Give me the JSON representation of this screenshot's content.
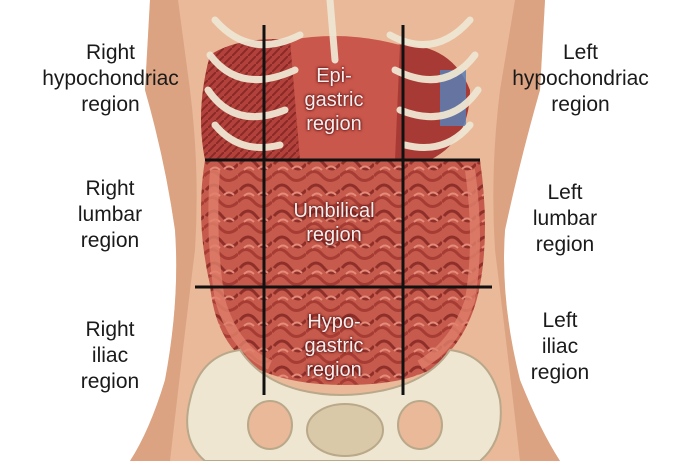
{
  "outer_labels": {
    "right_hypochondriac": [
      "Right",
      "hypochondriac",
      "region"
    ],
    "left_hypochondriac": [
      "Left",
      "hypochondriac",
      "region"
    ],
    "right_lumbar": [
      "Right",
      "lumbar",
      "region"
    ],
    "left_lumbar": [
      "Left",
      "lumbar",
      "region"
    ],
    "right_iliac": [
      "Right",
      "iliac",
      "region"
    ],
    "left_iliac": [
      "Left",
      "iliac",
      "region"
    ]
  },
  "inner_labels": {
    "epigastric": [
      "Epi-",
      "gastric",
      "region"
    ],
    "umbilical": [
      "Umbilical",
      "region"
    ],
    "hypogastric": [
      "Hypo-",
      "gastric",
      "region"
    ]
  },
  "colors": {
    "skin": "#e9b999",
    "skin_shadow": "#d49a78",
    "organ_red": "#b8453d",
    "organ_dark": "#8a2a26",
    "bone": "#efe6d2",
    "grid_line": "#111111"
  }
}
